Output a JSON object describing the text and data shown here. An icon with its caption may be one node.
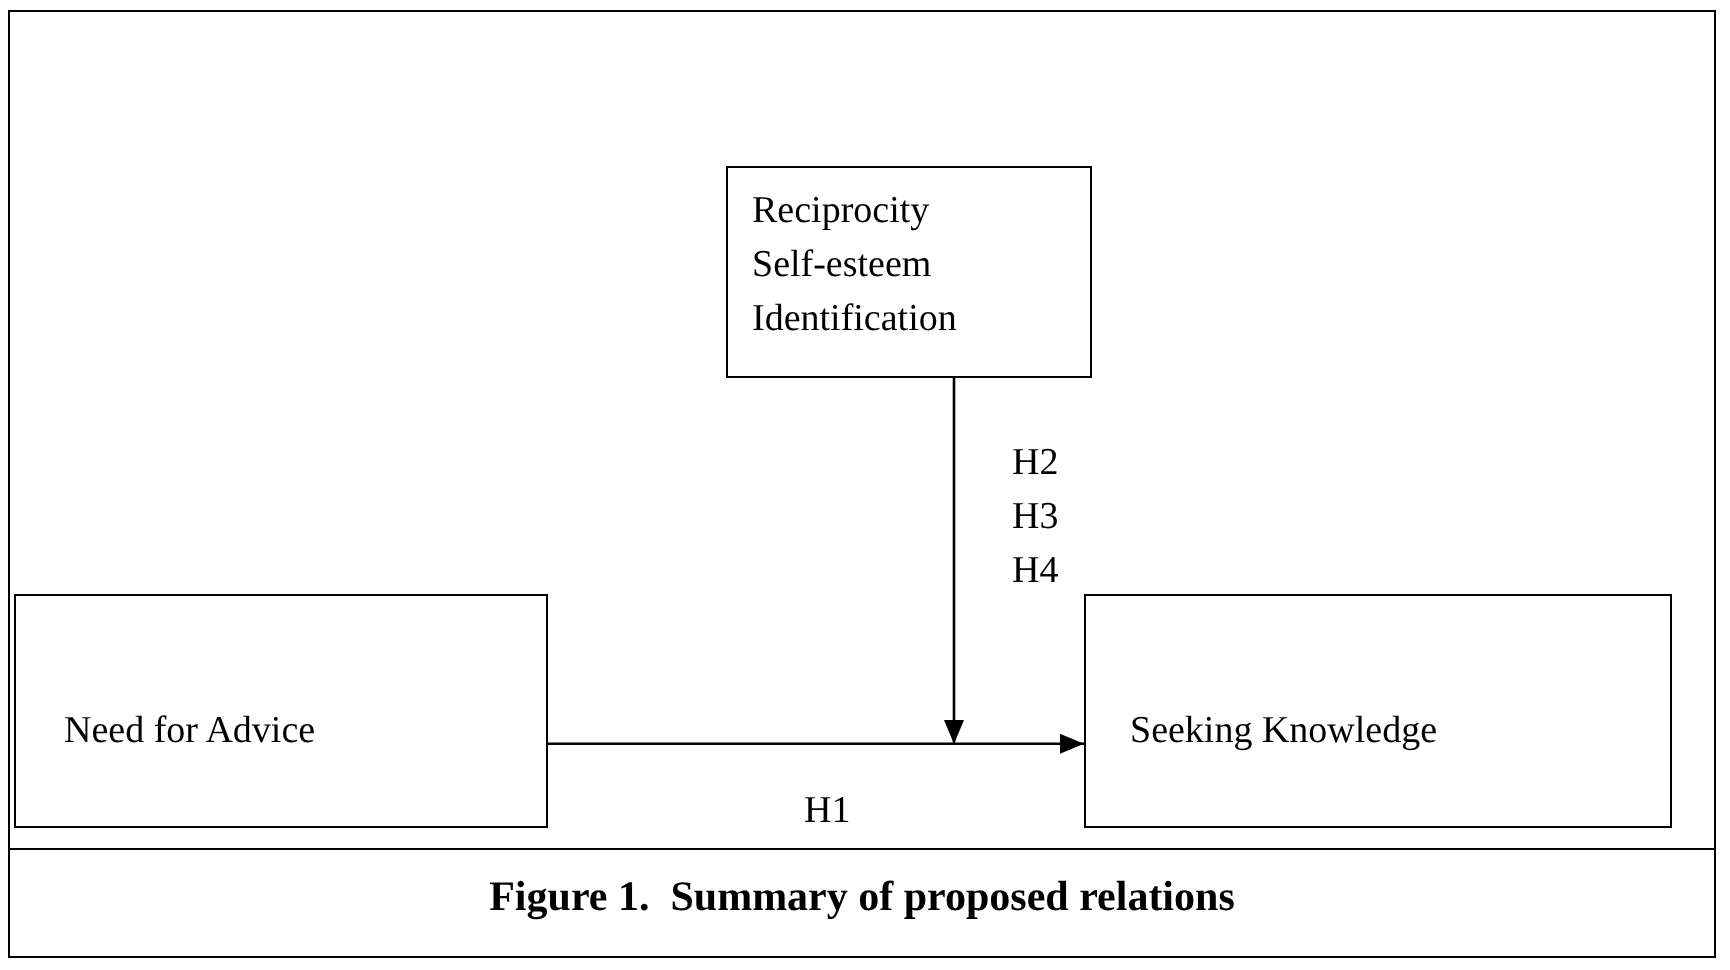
{
  "diagram": {
    "caption": "Figure 1.  Summary of proposed relations",
    "nodes": [
      {
        "text": [
          "Reciprocity",
          "Self-esteem",
          "Identification"
        ]
      },
      {
        "text": [
          "Need for Advice"
        ]
      },
      {
        "text": [
          "Seeking Knowledge"
        ]
      }
    ],
    "edges": [
      {
        "from": 1,
        "to": 2,
        "arrow": "to",
        "label": "H1"
      },
      {
        "from": 0,
        "to": null,
        "arrow": "to",
        "label": "H2 H3 H4"
      }
    ]
  }
}
